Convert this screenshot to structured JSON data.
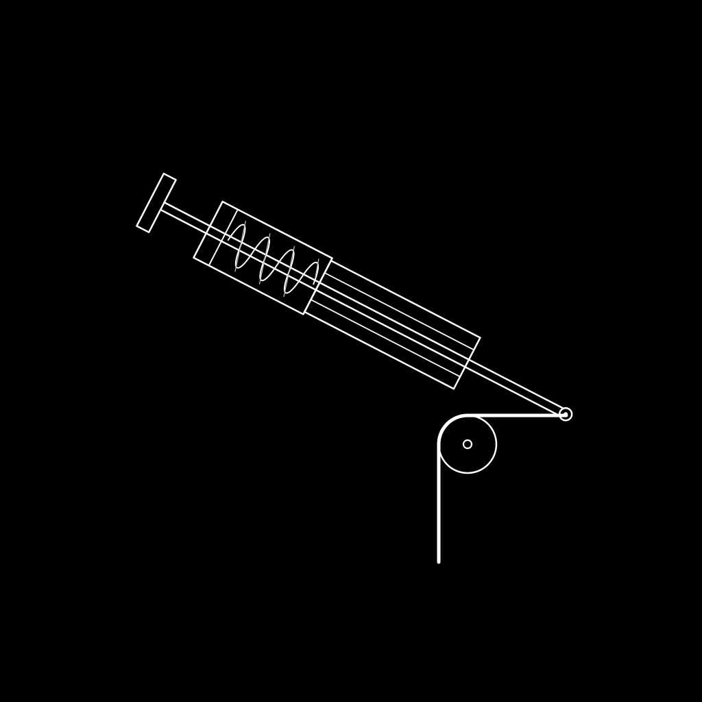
{
  "diagram": {
    "background_color": "#000000",
    "line_color": "#ffffff",
    "components": [
      "t-handle",
      "plunger-rod",
      "spring-housing",
      "helical-spring",
      "barrel",
      "pivot-joint",
      "pulley-wheel",
      "pulley-axle",
      "cable"
    ]
  }
}
